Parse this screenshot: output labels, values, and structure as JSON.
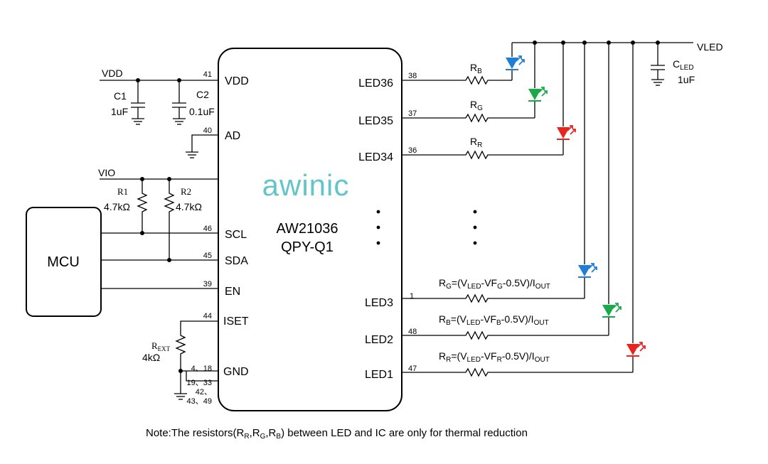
{
  "chip": {
    "brand": "awinic",
    "part": "AW21036",
    "package": "QPY-Q1",
    "brand_color": "#63c5c8"
  },
  "left_pins": [
    {
      "num": "41",
      "name": "VDD"
    },
    {
      "num": "40",
      "name": "AD"
    },
    {
      "num": "46",
      "name": "SCL"
    },
    {
      "num": "45",
      "name": "SDA"
    },
    {
      "num": "39",
      "name": "EN"
    },
    {
      "num": "44",
      "name": "ISET"
    },
    {
      "num": "4、18",
      "name": "GND"
    }
  ],
  "gnd_pins_extra": [
    "19、33",
    "42、",
    "43、49"
  ],
  "right_pins": [
    {
      "num": "38",
      "name": "LED36"
    },
    {
      "num": "37",
      "name": "LED35"
    },
    {
      "num": "36",
      "name": "LED34"
    },
    {
      "num": "1",
      "name": "LED3"
    },
    {
      "num": "48",
      "name": "LED2"
    },
    {
      "num": "47",
      "name": "LED1"
    }
  ],
  "nets": {
    "vdd": "VDD",
    "vio": "VIO",
    "vled": "VLED"
  },
  "mcu": {
    "label": "MCU"
  },
  "components": {
    "c1": {
      "name": "C1",
      "value": "1uF"
    },
    "c2": {
      "name": "C2",
      "value": "0.1uF"
    },
    "r1": {
      "name": "R1",
      "value": "4.7kΩ"
    },
    "r2": {
      "name": "R2",
      "value": "4.7kΩ"
    },
    "rext": {
      "name": "R",
      "sub": "EXT",
      "value": "4kΩ"
    },
    "cled": {
      "name": "C",
      "sub": "LED",
      "value": "1uF"
    },
    "rb": {
      "name": "R",
      "sub": "B"
    },
    "rg": {
      "name": "R",
      "sub": "G"
    },
    "rr": {
      "name": "R",
      "sub": "R"
    }
  },
  "formulas": {
    "g": {
      "r": "R",
      "rs": "G",
      "eq": "=(V",
      "led": "LED",
      "mid": "-VF",
      "vf": "G",
      "tail": "-0.5V)/I",
      "out": "OUT"
    },
    "b": {
      "r": "R",
      "rs": "B",
      "eq": "=(V",
      "led": "LED",
      "mid": "-VF",
      "vf": "B",
      "tail": "-0.5V)/I",
      "out": "OUT"
    },
    "r": {
      "r": "R",
      "rs": "R",
      "eq": "=(V",
      "led": "LED",
      "mid": "-VF",
      "vf": "R",
      "tail": "-0.5V)/I",
      "out": "OUT"
    }
  },
  "note": {
    "a": "Note:The resistors(R",
    "s1": "R",
    "c1": ",R",
    "s2": "G",
    "c2": ",R",
    "s3": "B",
    "end": ") between LED and IC are only for thermal reduction"
  },
  "led_colors": {
    "blue": "#1f7fd6",
    "green": "#1aaa4a",
    "red": "#e8241e"
  }
}
